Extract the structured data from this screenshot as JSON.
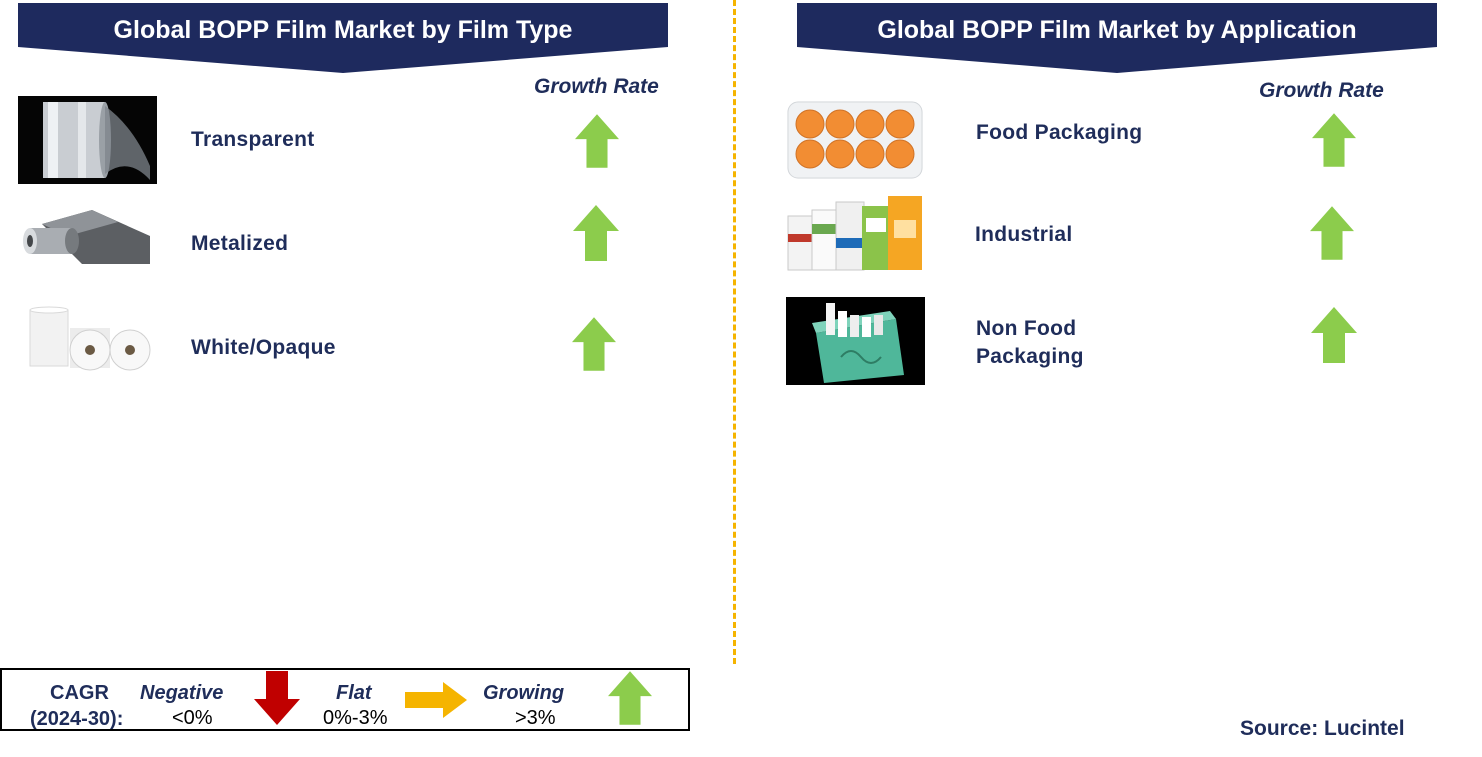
{
  "left_panel": {
    "title": "Global BOPP Film Market by Film Type",
    "growth_header": "Growth Rate",
    "rows": [
      {
        "label": "Transparent",
        "image": "transparent-film-roll",
        "trend": "growing"
      },
      {
        "label": "Metalized",
        "image": "metalized-film-roll",
        "trend": "growing"
      },
      {
        "label": "White/Opaque",
        "image": "white-opaque-film-rolls",
        "trend": "growing"
      }
    ]
  },
  "right_panel": {
    "title": "Global BOPP Film Market by Application",
    "growth_header": "Growth Rate",
    "rows": [
      {
        "label": "Food Packaging",
        "image": "packaged-oranges",
        "trend": "growing"
      },
      {
        "label": "Industrial",
        "image": "industrial-sacks",
        "trend": "growing"
      },
      {
        "label_line1": "Non Food",
        "label_line2": "Packaging",
        "image": "cigarette-pack",
        "trend": "growing"
      }
    ]
  },
  "legend": {
    "cagr_label": "CAGR",
    "period": "(2024-30):",
    "negative": {
      "label": "Negative",
      "range": "<0%",
      "icon": "down-arrow-red"
    },
    "flat": {
      "label": "Flat",
      "range": "0%-3%",
      "icon": "right-arrow-orange"
    },
    "growing": {
      "label": "Growing",
      "range": ">3%",
      "icon": "up-arrow-green"
    }
  },
  "source": "Source: Lucintel",
  "colors": {
    "banner": "#1e2a5e",
    "text": "#1f2d5a",
    "growing": "#8ccc4c",
    "negative": "#c00000",
    "flat": "#f5b400",
    "divider": "#f5b400"
  }
}
